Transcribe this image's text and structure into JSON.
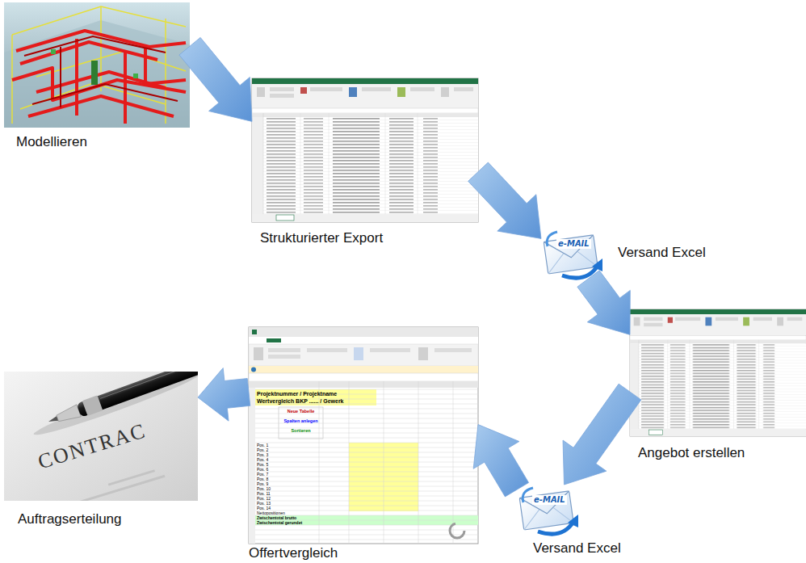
{
  "diagram": {
    "nodes": [
      {
        "text": [
          "Modellieren"
        ]
      },
      {
        "text": [
          "Strukturierter Export"
        ]
      },
      {
        "text": [
          "Versand Excel"
        ]
      },
      {
        "text": [
          "Angebot erstellen"
        ]
      },
      {
        "text": [
          "Versand Excel"
        ]
      },
      {
        "text": [
          "Offertvergleich"
        ]
      },
      {
        "text": [
          "Auftragserteilung"
        ]
      }
    ],
    "edges": [
      {
        "from": 0,
        "to": 1,
        "arrow": "to"
      },
      {
        "from": 1,
        "to": 2,
        "arrow": "to"
      },
      {
        "from": 2,
        "to": 3,
        "arrow": "to"
      },
      {
        "from": 3,
        "to": 4,
        "arrow": "to"
      },
      {
        "from": 4,
        "to": 5,
        "arrow": "to"
      },
      {
        "from": 5,
        "to": 6,
        "arrow": "to"
      }
    ],
    "labels": [
      "e-MAIL",
      "e-MAIL",
      "Projektnummer / Projektname",
      "Wertvergleich BKP ...... / Gewerk",
      "Neue Tabelle",
      "Spalten anlegen",
      "Sortieren",
      "Pos. 1",
      "Pos. 2",
      "Pos. 3",
      "Pos. 4",
      "Pos. 5",
      "Pos. 6",
      "Pos. 7",
      "Pos. 8",
      "Pos. 9",
      "Pos. 10",
      "Pos. 11",
      "Pos. 12",
      "Pos. 13",
      "Pos. 14",
      "Nettopositionen",
      "Zwischentotal brutto",
      "Zwischentotal gerundet",
      "CONTRAC"
    ]
  }
}
